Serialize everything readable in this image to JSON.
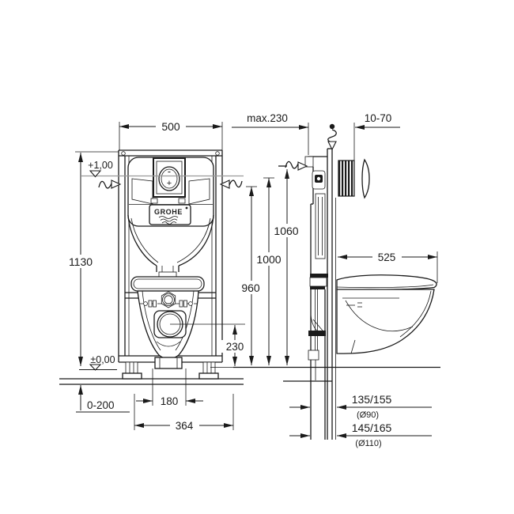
{
  "colors": {
    "line": "#1a1a1a",
    "water_level": "#9a9a9a",
    "background": "#ffffff"
  },
  "front_view": {
    "frame_width": "500",
    "level_upper": "+1,00",
    "frame_height": "1130",
    "level_floor": "±0,00",
    "foot_adjust": "0-200",
    "connection_spacing": "180",
    "base_width": "364",
    "outlet_center_height": "230",
    "brand_label": "GROHE",
    "flush_minus": "-",
    "flush_plus": "+"
  },
  "side_view": {
    "frame_depth": "max.230",
    "wall_finish_range": "10-70",
    "height_total": "1060",
    "height_mid": "1000",
    "height_low": "960",
    "wc_depth": "525",
    "drain_offset_90": "135/155",
    "drain_dia_90": "(Ø90)",
    "drain_offset_110": "145/165",
    "drain_dia_110": "(Ø110)"
  }
}
